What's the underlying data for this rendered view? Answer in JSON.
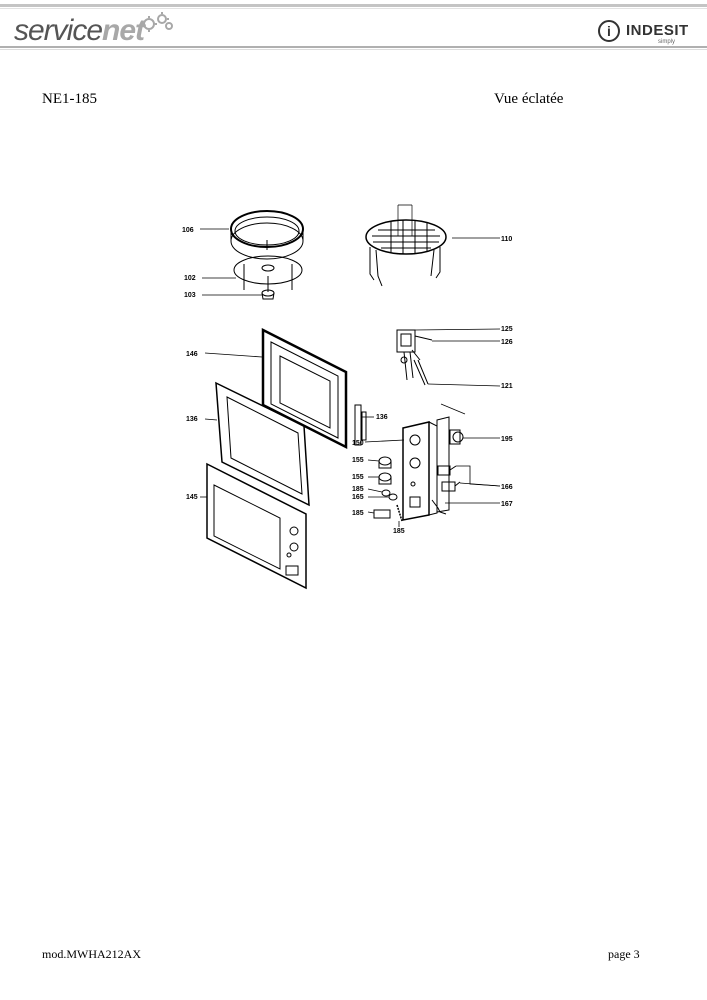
{
  "header": {
    "brand_left_a": "service",
    "brand_left_b": "net",
    "brand_right": "INDESIT",
    "brand_right_sub": "simply",
    "brand_right_mark": "i"
  },
  "document": {
    "model_code": "NE1-185",
    "view_title": "Vue éclatée"
  },
  "diagram": {
    "part_labels": {
      "p106": "106",
      "p102": "102",
      "p103": "103",
      "p110": "110",
      "p146": "146",
      "p125": "125",
      "p126": "126",
      "p121": "121",
      "p136a": "136",
      "p136b": "136",
      "p150": "150",
      "p195": "195",
      "p155a": "155",
      "p155b": "155",
      "p185a": "185",
      "p165": "165",
      "p166": "166",
      "p145": "145",
      "p167": "167",
      "p185b": "185",
      "p185c": "185"
    }
  },
  "footer": {
    "model": "mod.MWHA212AX",
    "page": "page 3"
  }
}
